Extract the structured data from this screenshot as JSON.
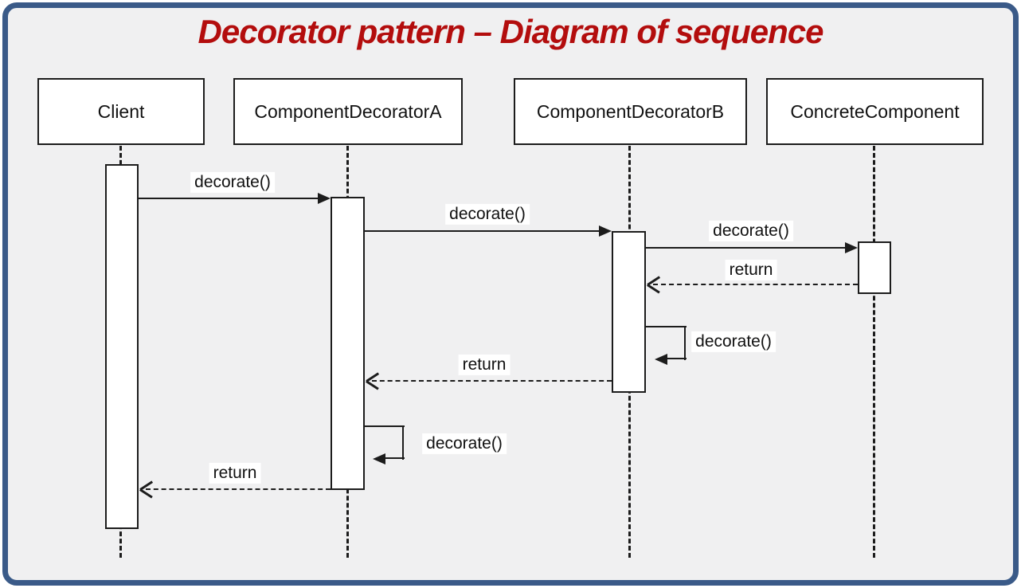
{
  "title": "Decorator pattern – Diagram of sequence",
  "diagram_type": "uml-sequence-diagram",
  "colors": {
    "frame_border": "#3a5a88",
    "background": "#f0f0f1",
    "title_text": "#b30d0d",
    "line": "#1c1c1c",
    "box_fill": "#ffffff"
  },
  "lifelines": [
    {
      "name": "Client"
    },
    {
      "name": "ComponentDecoratorA"
    },
    {
      "name": "ComponentDecoratorB"
    },
    {
      "name": "ConcreteComponent"
    }
  ],
  "messages": [
    {
      "label": "decorate()",
      "from": "Client",
      "to": "ComponentDecoratorA",
      "type": "call"
    },
    {
      "label": "decorate()",
      "from": "ComponentDecoratorA",
      "to": "ComponentDecoratorB",
      "type": "call"
    },
    {
      "label": "decorate()",
      "from": "ComponentDecoratorB",
      "to": "ConcreteComponent",
      "type": "call"
    },
    {
      "label": "return",
      "from": "ConcreteComponent",
      "to": "ComponentDecoratorB",
      "type": "return"
    },
    {
      "label": "decorate()",
      "from": "ComponentDecoratorB",
      "to": "ComponentDecoratorB",
      "type": "self-call"
    },
    {
      "label": "return",
      "from": "ComponentDecoratorB",
      "to": "ComponentDecoratorA",
      "type": "return"
    },
    {
      "label": "decorate()",
      "from": "ComponentDecoratorA",
      "to": "ComponentDecoratorA",
      "type": "self-call"
    },
    {
      "label": "return",
      "from": "ComponentDecoratorA",
      "to": "Client",
      "type": "return"
    }
  ]
}
